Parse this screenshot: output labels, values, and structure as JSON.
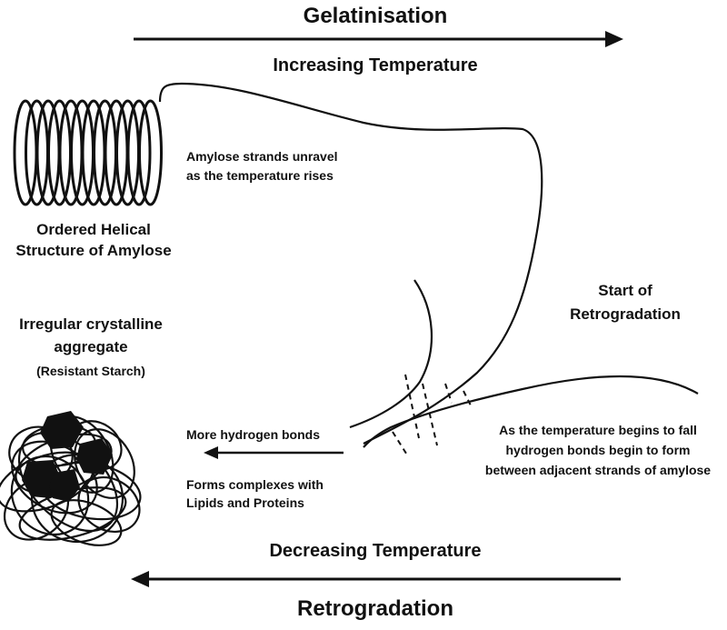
{
  "headings": {
    "top_process": "Gelatinisation",
    "top_temperature": "Increasing Temperature",
    "bottom_temperature": "Decreasing Temperature",
    "bottom_process": "Retrogradation"
  },
  "labels": {
    "helix_line1": "Ordered Helical",
    "helix_line2": "Structure of Amylose",
    "unravel_line1": "Amylose strands unravel",
    "unravel_line2": "as the temperature rises",
    "retro_start_line1": "Start of",
    "retro_start_line2": "Retrogradation",
    "aggregate_line1": "Irregular crystalline",
    "aggregate_line2": "aggregate",
    "aggregate_line3": "(Resistant Starch)",
    "hbond_more": "More hydrogen bonds",
    "complex_line1": "Forms complexes with",
    "complex_line2": "Lipids and Proteins",
    "fall_line1": "As the temperature begins to fall",
    "fall_line2": "hydrogen bonds begin to form",
    "fall_line3": "between adjacent strands of amylose"
  },
  "colors": {
    "ink": "#111111",
    "background": "#ffffff"
  }
}
